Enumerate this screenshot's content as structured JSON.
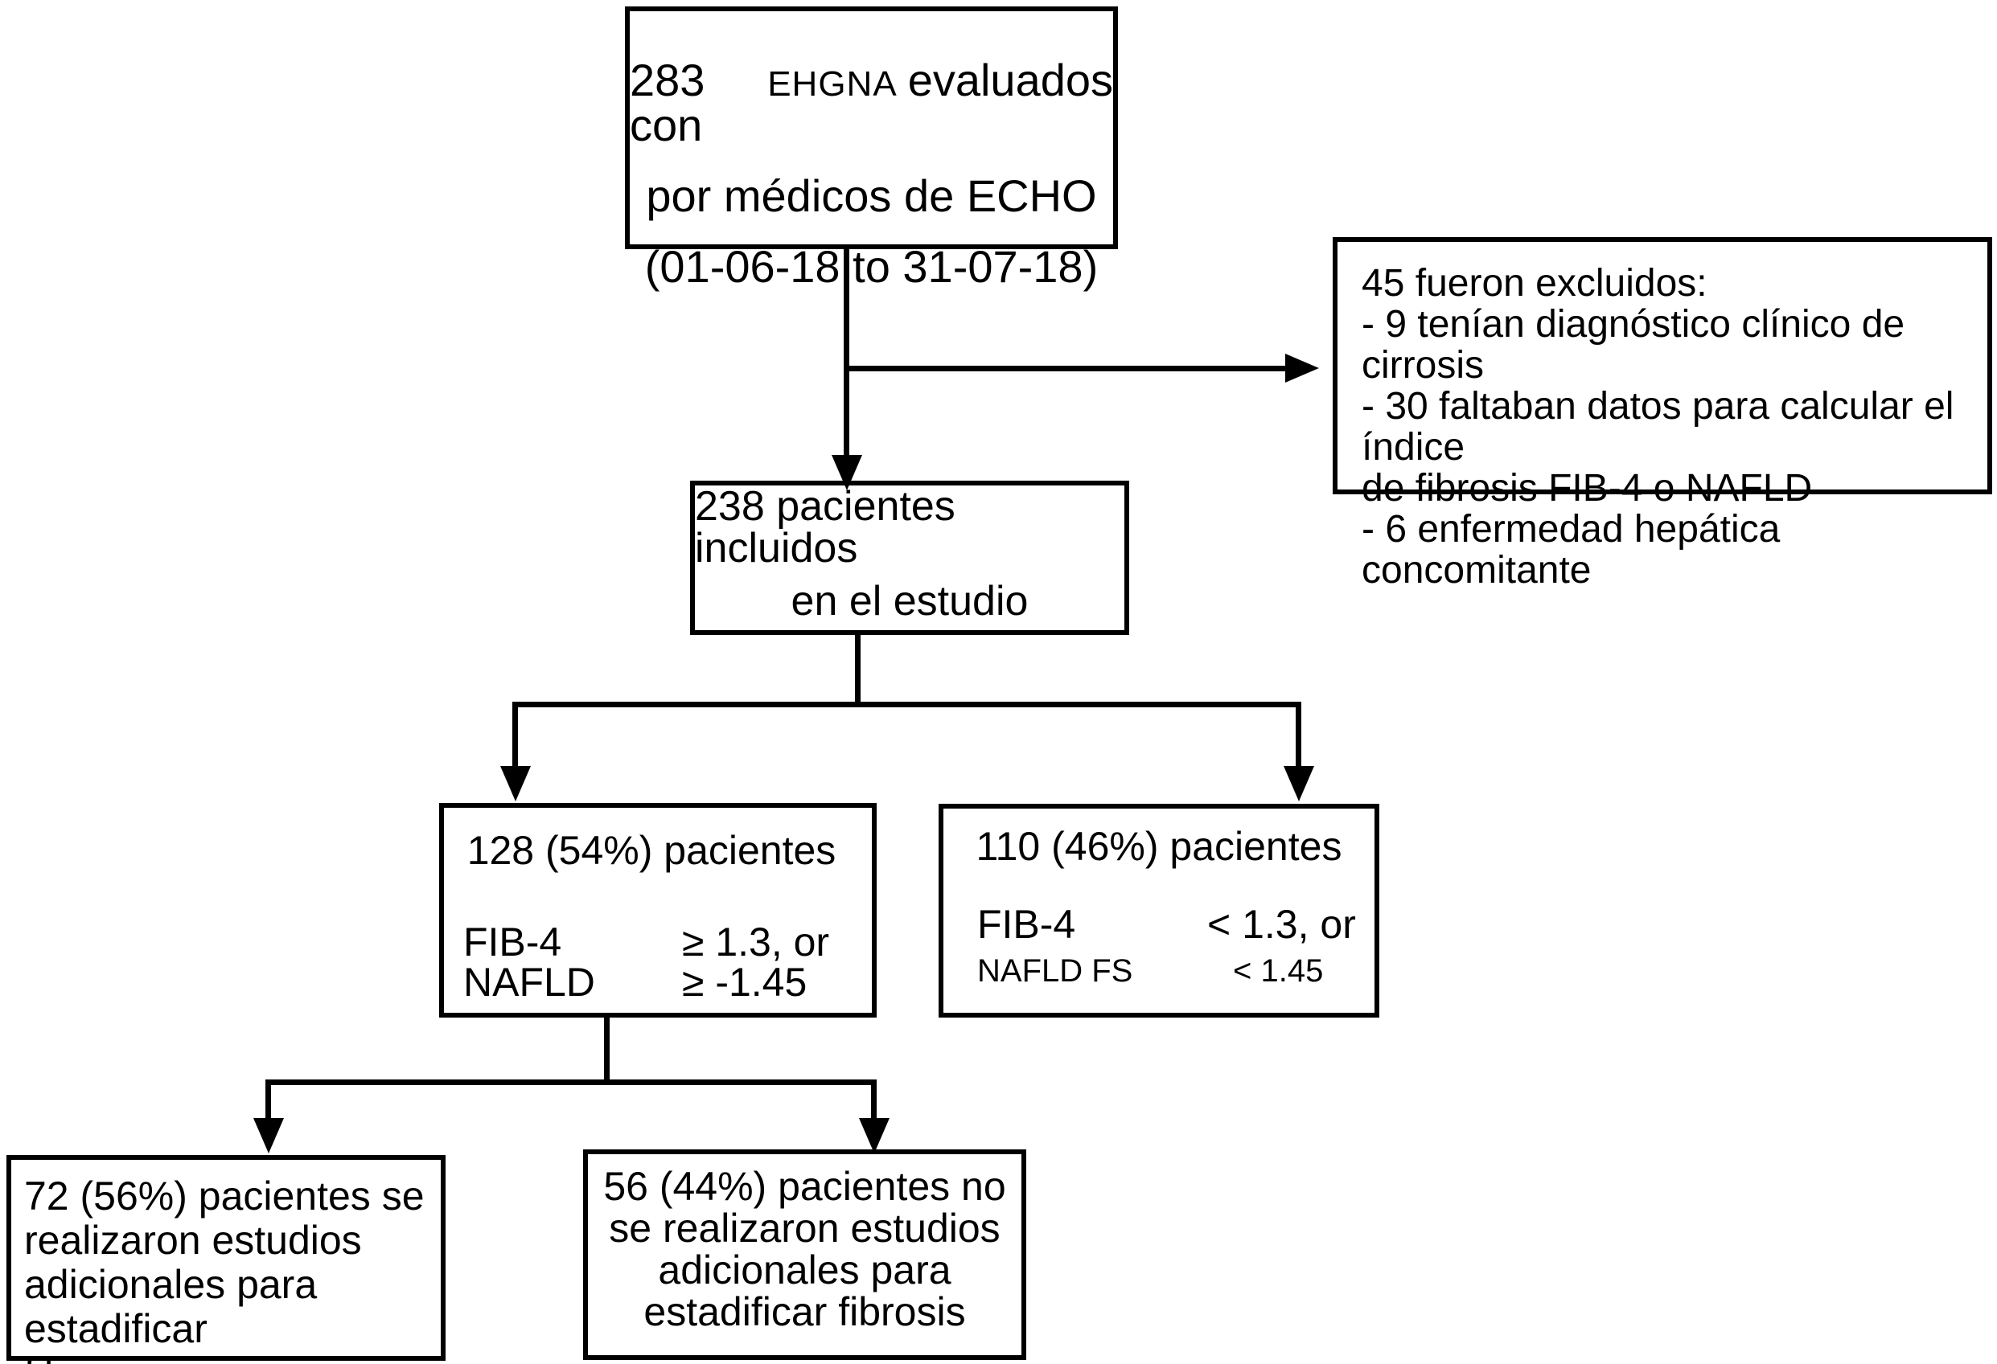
{
  "colors": {
    "ink": "#000000",
    "paper": "#ffffff"
  },
  "flowchart": {
    "assessed": {
      "line1_prefix": "283 con",
      "line1_acronym": "EHGNA",
      "line1_suffix": "evaluados",
      "line2": "por médicos de ECHO",
      "line3": "(01-06-18 to 31-07-18)"
    },
    "excluded": {
      "lines": [
        "45 fueron excluidos:",
        "- 9 tenían diagnóstico clínico de cirrosis",
        "- 30 faltaban datos para calcular el índice",
        "de fibrosis FIB-4 o NAFLD",
        "- 6 enfermedad hepática concomitante"
      ]
    },
    "included": {
      "lines": [
        "238 pacientes incluidos",
        "en el estudio"
      ]
    },
    "high_risk": {
      "title": "128 (54%) pacientes",
      "criteria": [
        {
          "label": "FIB-4",
          "value": "≥ 1.3, or"
        },
        {
          "label": "NAFLD",
          "value": "≥ -1.45"
        }
      ]
    },
    "low_risk": {
      "title": "110 (46%) pacientes",
      "criteria": [
        {
          "label": "FIB-4",
          "value": "< 1.3, or"
        },
        {
          "label": "NAFLD FS",
          "value": "< 1.45"
        }
      ]
    },
    "staged": {
      "lines": [
        "72 (56%) pacientes se",
        "realizaron estudios",
        "adicionales para estadificar",
        "fibrosis"
      ]
    },
    "not_staged": {
      "lines": [
        "56 (44%) pacientes no",
        "se realizaron estudios",
        "adicionales para",
        "estadificar fibrosis"
      ]
    }
  }
}
